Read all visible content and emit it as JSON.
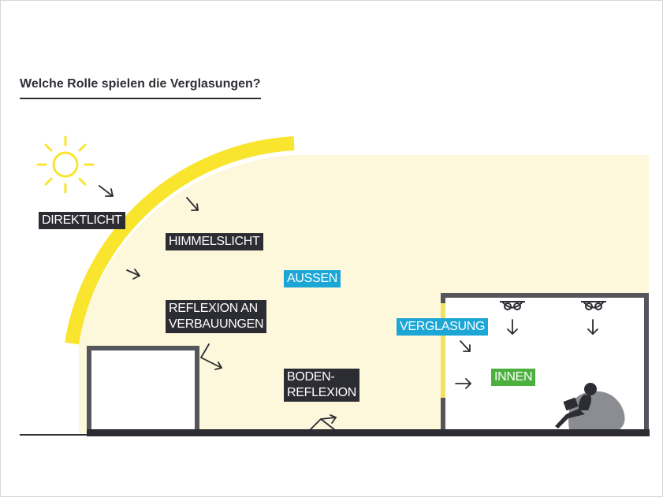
{
  "title": "Welche Rolle spielen die Verglasungen?",
  "colors": {
    "sun": "#f9e52e",
    "sky_fill": "#fdf7dc",
    "dark": "#2c2c33",
    "wall": "#55555c",
    "cyan_label": "#1ba6d6",
    "green_label": "#4caf3e"
  },
  "labels": {
    "direktlicht": "DIREKTLICHT",
    "himmelslicht": "HIMMELSLICHT",
    "aussen": "AUSSEN",
    "reflexion": "REFLEXION AN\nVERBAUUNGEN",
    "bodenreflexion": "BODEN-\nREFLEXION",
    "verglasung": "VERGLASUNG",
    "innen": "INNEN"
  },
  "icons": [
    "sun-icon",
    "ceiling-light-icon",
    "person-on-beanbag-icon",
    "arrow-icon"
  ]
}
